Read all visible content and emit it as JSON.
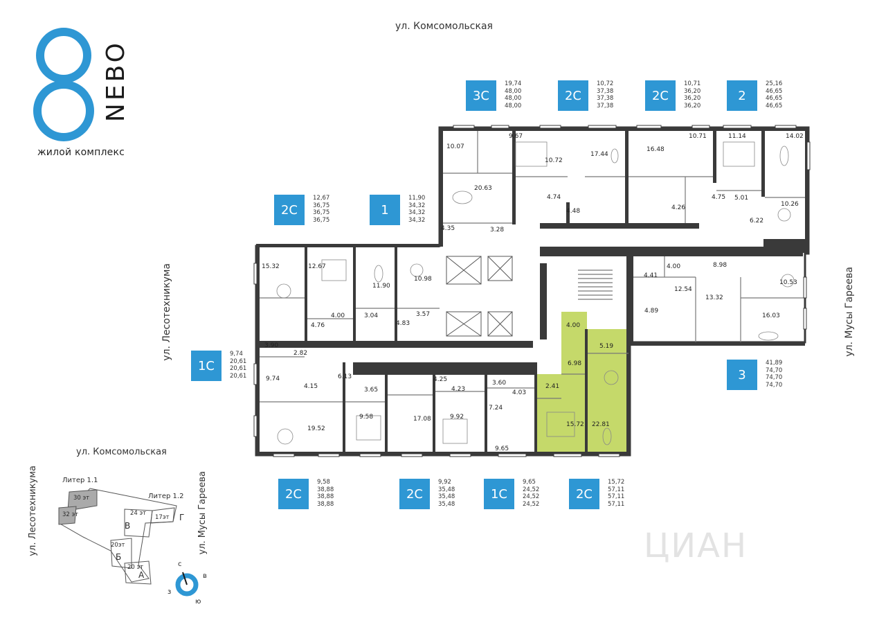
{
  "brand": {
    "logo_text": "NEBO",
    "tagline": "жилой комплекс"
  },
  "streets": {
    "top": "ул. Комсомольская",
    "left": "ул. Лесотехникума",
    "right": "ул. Мусы Гареева"
  },
  "apartments": [
    {
      "type": "3С",
      "areas": [
        "19,74",
        "48,00",
        "48,00",
        "48,00"
      ]
    },
    {
      "type": "2С",
      "areas": [
        "10,72",
        "37,38",
        "37,38",
        "37,38"
      ]
    },
    {
      "type": "2С",
      "areas": [
        "10,71",
        "36,20",
        "36,20",
        "36,20"
      ]
    },
    {
      "type": "2",
      "areas": [
        "25,16",
        "46,65",
        "46,65",
        "46,65"
      ]
    },
    {
      "type": "2С",
      "areas": [
        "12,67",
        "36,75",
        "36,75",
        "36,75"
      ]
    },
    {
      "type": "1",
      "areas": [
        "11,90",
        "34,32",
        "34,32",
        "34,32"
      ]
    },
    {
      "type": "1С",
      "areas": [
        "9,74",
        "20,61",
        "20,61",
        "20,61"
      ]
    },
    {
      "type": "3",
      "areas": [
        "41,89",
        "74,70",
        "74,70",
        "74,70"
      ]
    },
    {
      "type": "2С",
      "areas": [
        "9,58",
        "38,88",
        "38,88",
        "38,88"
      ]
    },
    {
      "type": "2С",
      "areas": [
        "9,92",
        "35,48",
        "35,48",
        "35,48"
      ]
    },
    {
      "type": "1С",
      "areas": [
        "9,65",
        "24,52",
        "24,52",
        "24,52"
      ]
    },
    {
      "type": "2С",
      "areas": [
        "15,72",
        "57,11",
        "57,11",
        "57,11"
      ]
    }
  ],
  "room_labels": [
    "10.07",
    "9.67",
    "10.72",
    "17.44",
    "16.48",
    "10.71",
    "11.14",
    "14.02",
    "20.63",
    "4.74",
    "4.48",
    "4.26",
    "4.75",
    "5.01",
    "10.26",
    "6.22",
    "4.35",
    "3.28",
    "15.32",
    "12.67",
    "11.90",
    "10.98",
    "4.41",
    "4.00",
    "8.98",
    "10.53",
    "12.54",
    "13.32",
    "16.03",
    "4.89",
    "4.00",
    "3.04",
    "4.83",
    "3.57",
    "4.76",
    "4.00",
    "5.19",
    "3.90",
    "2.82",
    "6.98",
    "9.74",
    "4.15",
    "6.13",
    "3.65",
    "4.25",
    "4.23",
    "3.60",
    "4.03",
    "2.41",
    "19.52",
    "9.58",
    "17.08",
    "9.92",
    "7.24",
    "9.65",
    "15.72",
    "22.81"
  ],
  "site_map": {
    "street_top": "ул. Комсомольская",
    "street_left": "ул. Лесотехникума",
    "street_right": "ул. Мусы Гареева",
    "litera_1": "Литер 1.1",
    "litera_2": "Литер 1.2",
    "floors": [
      "30 эт",
      "32 эт",
      "24 эт",
      "17эт",
      "20эт",
      "20 эт"
    ],
    "sections": [
      "В",
      "Г",
      "Б",
      "А"
    ]
  },
  "compass": {
    "n": "с",
    "s": "ю",
    "w": "з",
    "e": "в"
  },
  "colors": {
    "accent": "#2e97d4",
    "highlight": "#c5d96a",
    "wall": "#3a3a3a"
  },
  "watermark": "ЦИАН"
}
